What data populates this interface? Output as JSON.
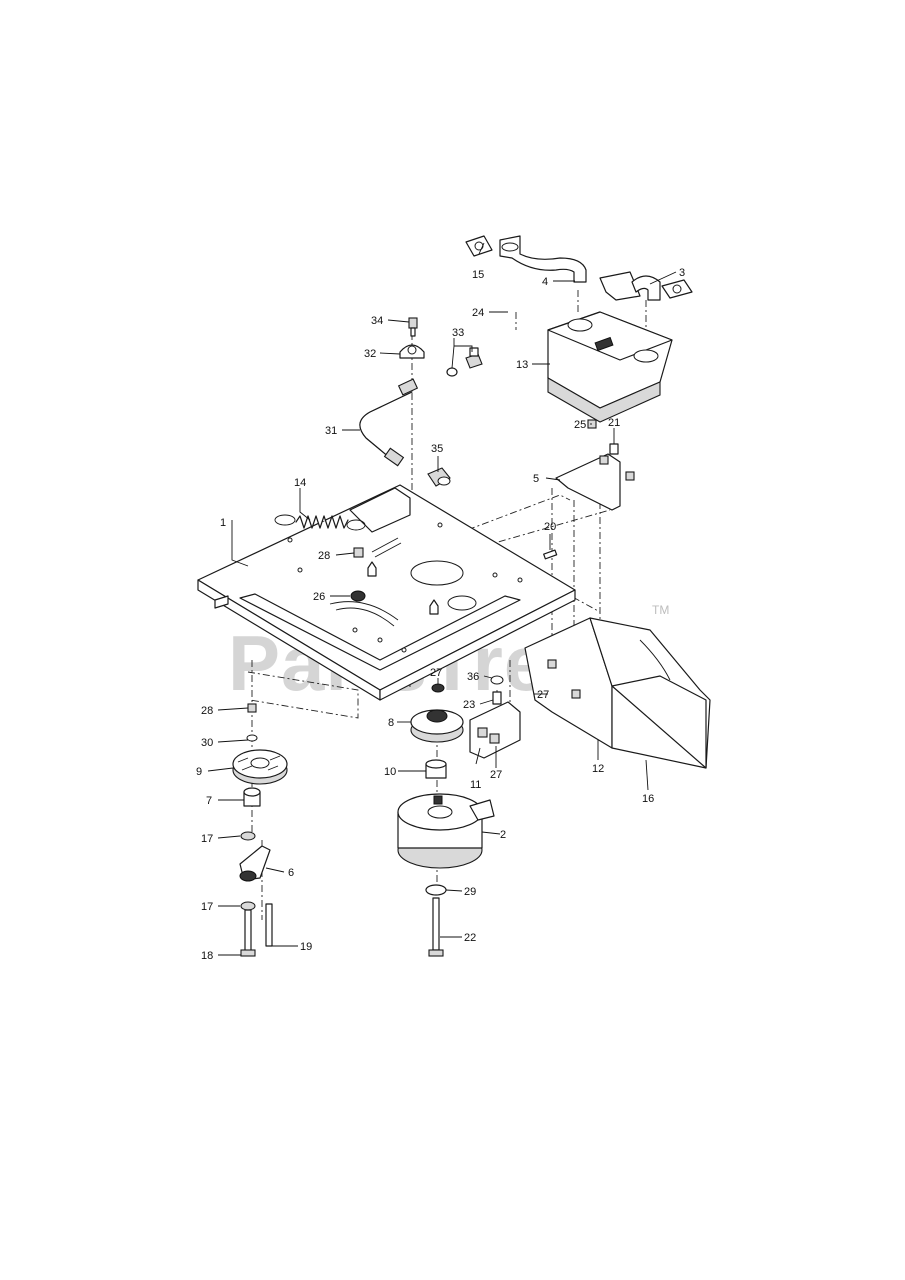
{
  "watermark": {
    "text": "PartsTree",
    "tm": "TM"
  },
  "callouts": [
    "1",
    "2",
    "3",
    "4",
    "5",
    "6",
    "7",
    "8",
    "9",
    "10",
    "11",
    "12",
    "13",
    "14",
    "15",
    "16",
    "17",
    "17",
    "18",
    "19",
    "20",
    "21",
    "22",
    "23",
    "24",
    "25",
    "26",
    "27",
    "27",
    "27",
    "28",
    "28",
    "29",
    "30",
    "31",
    "32",
    "33",
    "34",
    "35",
    "36"
  ]
}
